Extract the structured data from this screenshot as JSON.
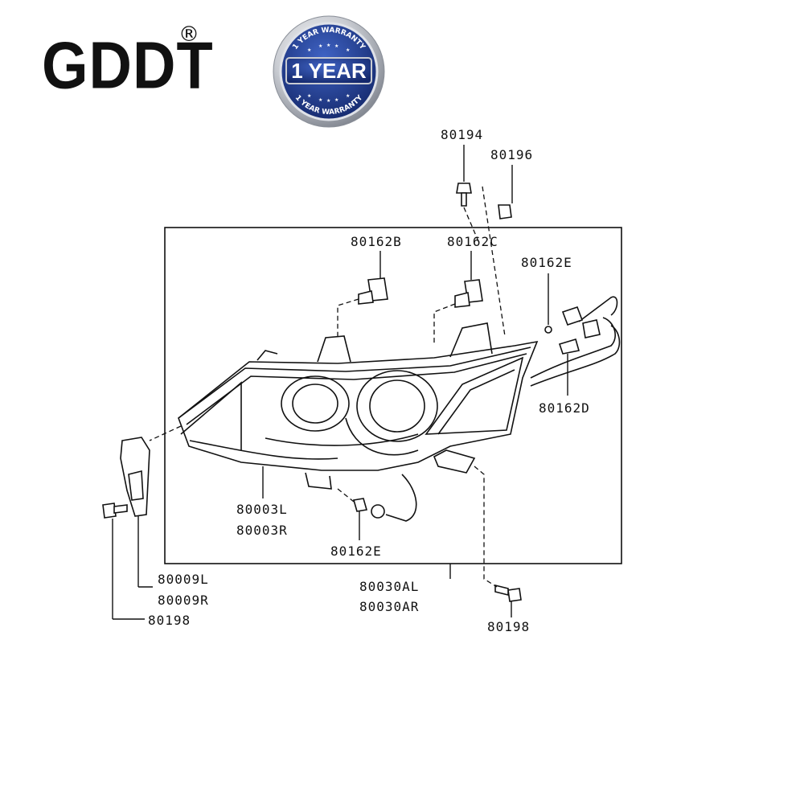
{
  "brand": {
    "name": "GDDT",
    "registered_mark": "®",
    "accent_color": "#1f3b93"
  },
  "warranty_badge": {
    "top_text": "1 YEAR WARRANTY",
    "main_text": "1 YEAR",
    "bottom_text": "1 YEAR WARRANTY"
  },
  "parts": {
    "p80194": "80194",
    "p80196": "80196",
    "p80162B": "80162B",
    "p80162C": "80162C",
    "p80162E_top": "80162E",
    "p80162D": "80162D",
    "p80003": [
      "80003L",
      "80003R"
    ],
    "p80162E_bottom": "80162E",
    "p80009": [
      "80009L",
      "80009R"
    ],
    "p80198_left": "80198",
    "p80030": [
      "80030AL",
      "80030AR"
    ],
    "p80198_right": "80198"
  }
}
